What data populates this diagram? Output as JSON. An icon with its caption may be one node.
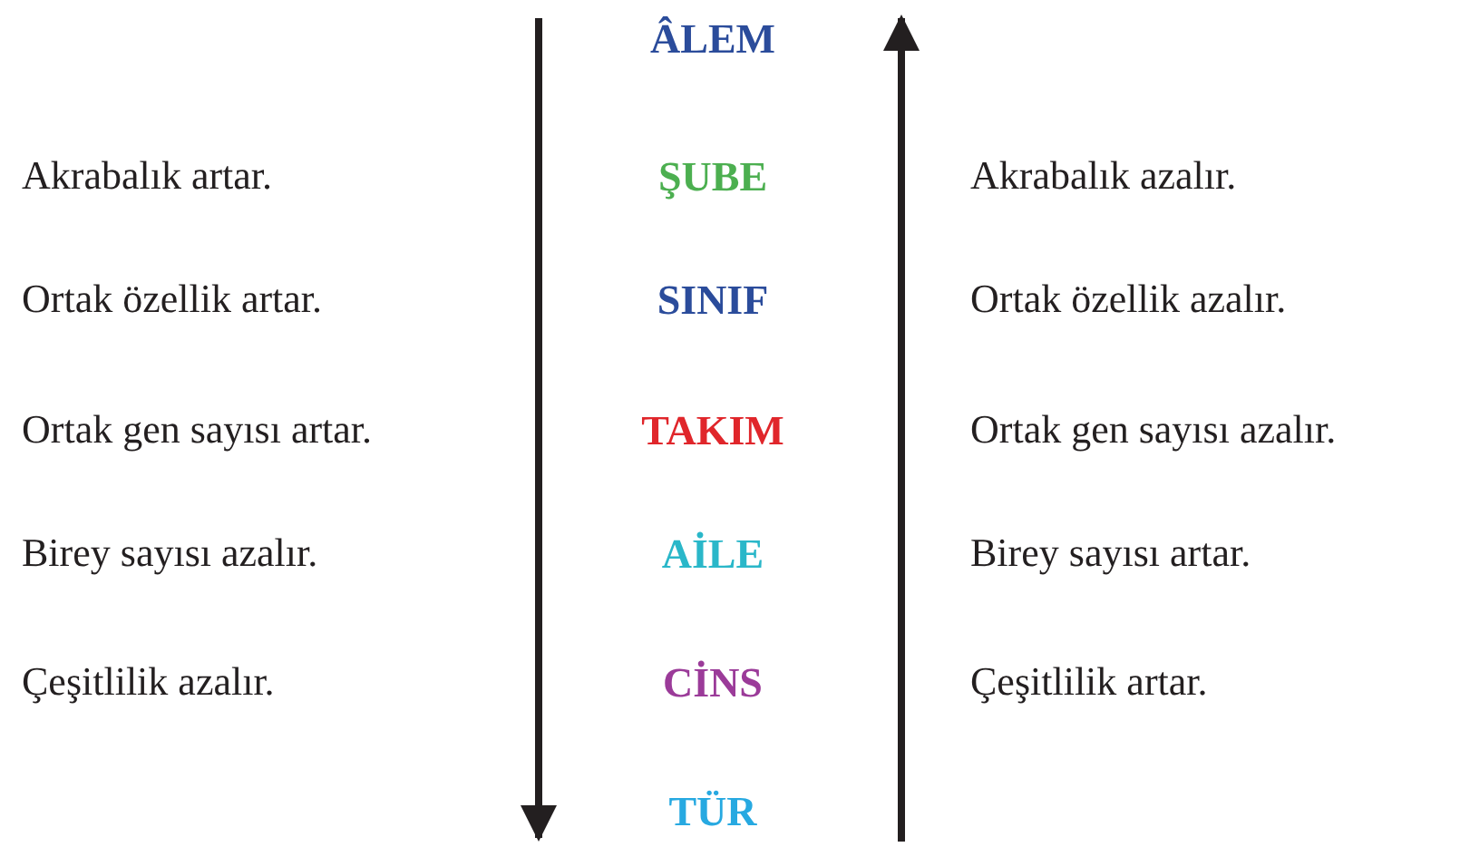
{
  "diagram": {
    "labels": [
      "ÂLEM",
      "Akrabalık artar.",
      "ŞUBE",
      "Akrabalık azalır.",
      "Ortak özellik artar.",
      "SINIF",
      "Ortak özellik azalır.",
      "Ortak gen sayısı artar.",
      "TAKIM",
      "Ortak gen sayısı azalır.",
      "Birey sayısı azalır.",
      "AİLE",
      "Birey sayısı artar.",
      "Çeşitlilik azalır.",
      "CİNS",
      "Çeşitlilik artar.",
      "TÜR"
    ]
  }
}
